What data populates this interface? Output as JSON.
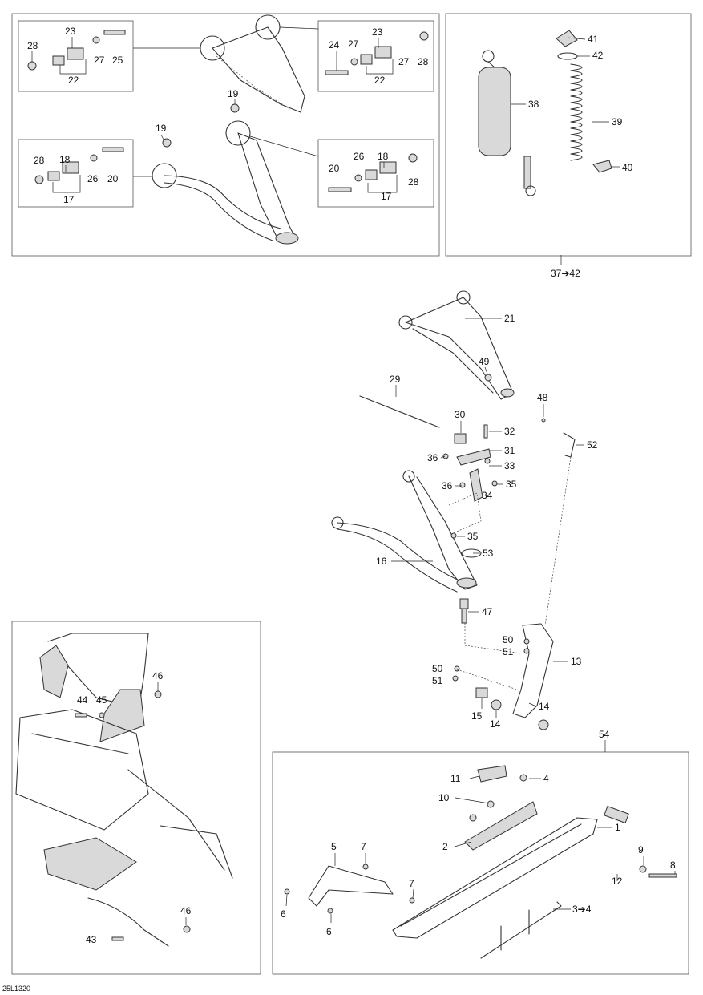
{
  "drawing_code": "25L1320",
  "kit_label": "37➔42",
  "ski_kit_label": "3➔4",
  "ski_assembly_number": "54",
  "callouts": {
    "1": "1",
    "2": "2",
    "4": "4",
    "5": "5",
    "6": "6",
    "7": "7",
    "8": "8",
    "9": "9",
    "10": "10",
    "11": "11",
    "12": "12",
    "13": "13",
    "14": "14",
    "15": "15",
    "16": "16",
    "17": "17",
    "18": "18",
    "19": "19",
    "20": "20",
    "21": "21",
    "22": "22",
    "23": "23",
    "24": "24",
    "25": "25",
    "26": "26",
    "27": "27",
    "28": "28",
    "29": "29",
    "30": "30",
    "31": "31",
    "32": "32",
    "33": "33",
    "34": "34",
    "35": "35",
    "36": "36",
    "38": "38",
    "39": "39",
    "40": "40",
    "41": "41",
    "42": "42",
    "43": "43",
    "44": "44",
    "45": "45",
    "46": "46",
    "47": "47",
    "48": "48",
    "49": "49",
    "50": "50",
    "51": "51",
    "52": "52",
    "53": "53"
  }
}
